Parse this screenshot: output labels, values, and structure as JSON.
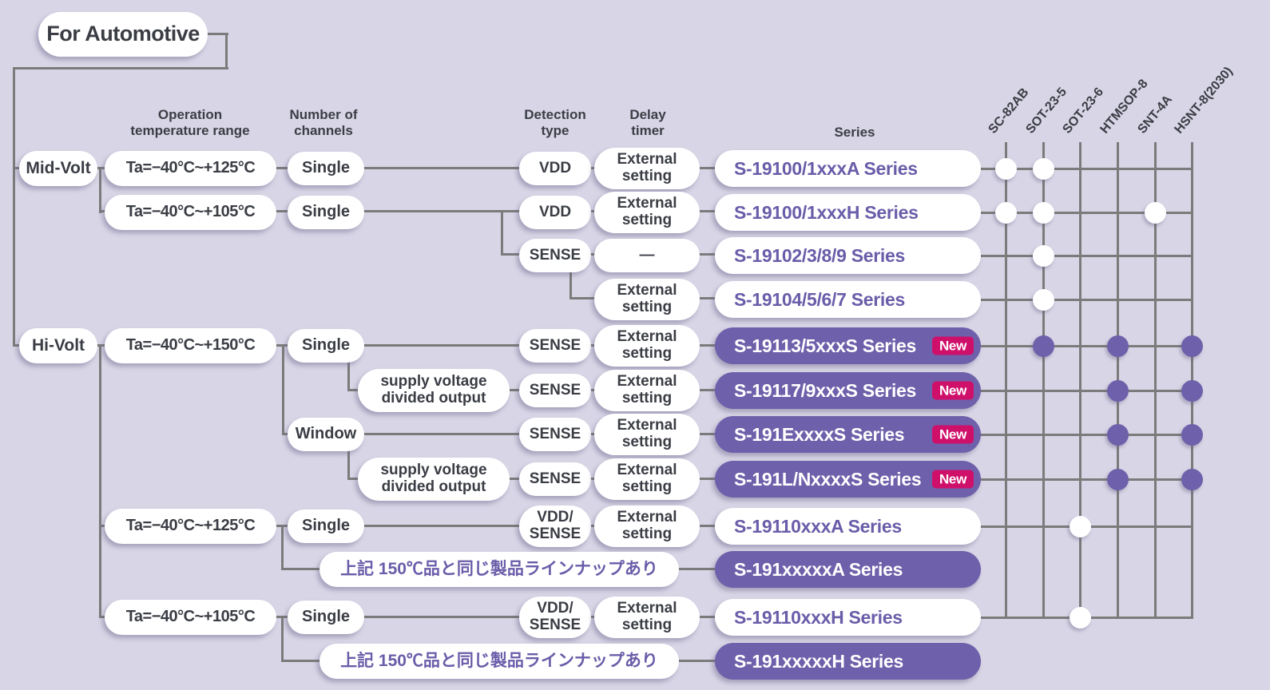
{
  "title": "For Automotive",
  "labels": {
    "new": "New"
  },
  "headers": {
    "temperature": "Operation\ntemperature range",
    "channels": "Number of\nchannels",
    "detection": "Detection\ntype",
    "delay": "Delay\ntimer",
    "series": "Series"
  },
  "packages": [
    "SC-82AB",
    "SOT-23-5",
    "SOT-23-6",
    "HTMSOP-8",
    "SNT-4A",
    "HSNT-8(2030)"
  ],
  "groups": [
    {
      "label": "Mid-Volt"
    },
    {
      "label": "Hi-Volt"
    }
  ],
  "rows": [
    {
      "temp": "Ta=−40°C~+125°C",
      "channels": "Single",
      "detection": "VDD",
      "delay": "External\nsetting",
      "series": "S-19100/1xxxA Series",
      "is_new": false,
      "highlight": false,
      "packages": [
        "SC-82AB",
        "SOT-23-5"
      ]
    },
    {
      "temp": "Ta=−40°C~+105°C",
      "channels": "Single",
      "detection": "VDD",
      "delay": "External\nsetting",
      "series": "S-19100/1xxxH Series",
      "is_new": false,
      "highlight": false,
      "packages": [
        "SC-82AB",
        "SOT-23-5",
        "SNT-4A"
      ]
    },
    {
      "detection": "SENSE",
      "delay": "—",
      "series": "S-19102/3/8/9 Series",
      "is_new": false,
      "highlight": false,
      "packages": [
        "SOT-23-5"
      ]
    },
    {
      "delay": "External\nsetting",
      "series": "S-19104/5/6/7 Series",
      "is_new": false,
      "highlight": false,
      "packages": [
        "SOT-23-5"
      ]
    },
    {
      "temp": "Ta=−40°C~+150°C",
      "channels": "Single",
      "detection": "SENSE",
      "delay": "External\nsetting",
      "series": "S-19113/5xxxS Series",
      "is_new": true,
      "highlight": true,
      "packages": [
        "SOT-23-5",
        "HTMSOP-8",
        "HSNT-8(2030)"
      ]
    },
    {
      "supply": "supply voltage\ndivided output",
      "detection": "SENSE",
      "delay": "External\nsetting",
      "series": "S-19117/9xxxS Series",
      "is_new": true,
      "highlight": true,
      "packages": [
        "HTMSOP-8",
        "HSNT-8(2030)"
      ]
    },
    {
      "channels": "Window",
      "detection": "SENSE",
      "delay": "External\nsetting",
      "series": "S-191ExxxxS Series",
      "is_new": true,
      "highlight": true,
      "packages": [
        "HTMSOP-8",
        "HSNT-8(2030)"
      ]
    },
    {
      "supply": "supply voltage\ndivided output",
      "detection": "SENSE",
      "delay": "External\nsetting",
      "series": "S-191L/NxxxxS Series",
      "is_new": true,
      "highlight": true,
      "packages": [
        "HTMSOP-8",
        "HSNT-8(2030)"
      ]
    },
    {
      "temp": "Ta=−40°C~+125°C",
      "channels": "Single",
      "detection": "VDD/\nSENSE",
      "delay": "External\nsetting",
      "series": "S-19110xxxA Series",
      "is_new": false,
      "highlight": false,
      "packages": [
        "SOT-23-6"
      ]
    },
    {
      "note": "上記 150℃品と同じ製品ラインナップあり",
      "series": "S-191xxxxxA Series",
      "is_new": false,
      "highlight": true,
      "packages": null
    },
    {
      "temp": "Ta=−40°C~+105°C",
      "channels": "Single",
      "detection": "VDD/\nSENSE",
      "delay": "External\nsetting",
      "series": "S-19110xxxH Series",
      "is_new": false,
      "highlight": false,
      "packages": [
        "SOT-23-6"
      ]
    },
    {
      "note": "上記 150℃品と同じ製品ラインナップあり",
      "series": "S-191xxxxxH Series",
      "is_new": false,
      "highlight": true,
      "packages": null
    }
  ],
  "colors": {
    "background": "#d8d5e6",
    "pill_purple": "#6e60aa",
    "series_text": "#6a5ca9",
    "new_badge": "#cf106b",
    "connector": "#7b7b7b",
    "text": "#3a3d44",
    "dot_white": "#ffffff"
  }
}
